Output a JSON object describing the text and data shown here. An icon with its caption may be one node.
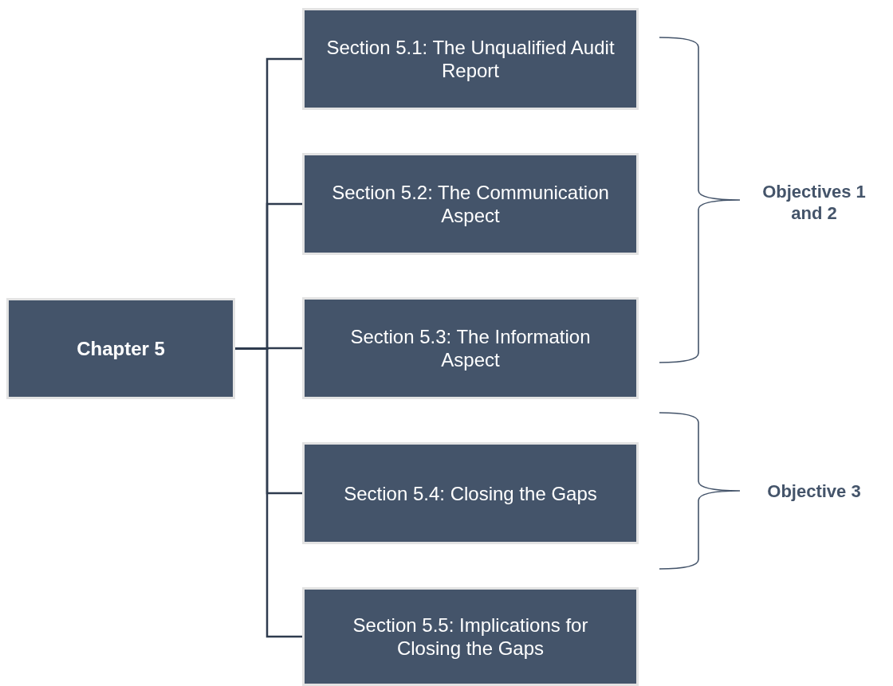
{
  "diagram": {
    "nodes": [
      {
        "text": [
          "Chapter 5"
        ]
      },
      {
        "text": [
          "Section 5.1: The Unqualified Audit Report"
        ]
      },
      {
        "text": [
          "Section 5.2: The Communication Aspect"
        ]
      },
      {
        "text": [
          "Section 5.3: The Information Aspect"
        ]
      },
      {
        "text": [
          "Section 5.4: Closing the Gaps"
        ]
      },
      {
        "text": [
          "Section 5.5: Implications for Closing the Gaps"
        ]
      }
    ],
    "edges": [
      {
        "from": 0,
        "to": 1,
        "arrow": "none"
      },
      {
        "from": 0,
        "to": 2,
        "arrow": "none"
      },
      {
        "from": 0,
        "to": 3,
        "arrow": "none"
      },
      {
        "from": 0,
        "to": 4,
        "arrow": "none"
      },
      {
        "from": 0,
        "to": 5,
        "arrow": "none"
      }
    ],
    "labels": [
      "Objectives 1 and 2",
      "Objective 3"
    ]
  }
}
